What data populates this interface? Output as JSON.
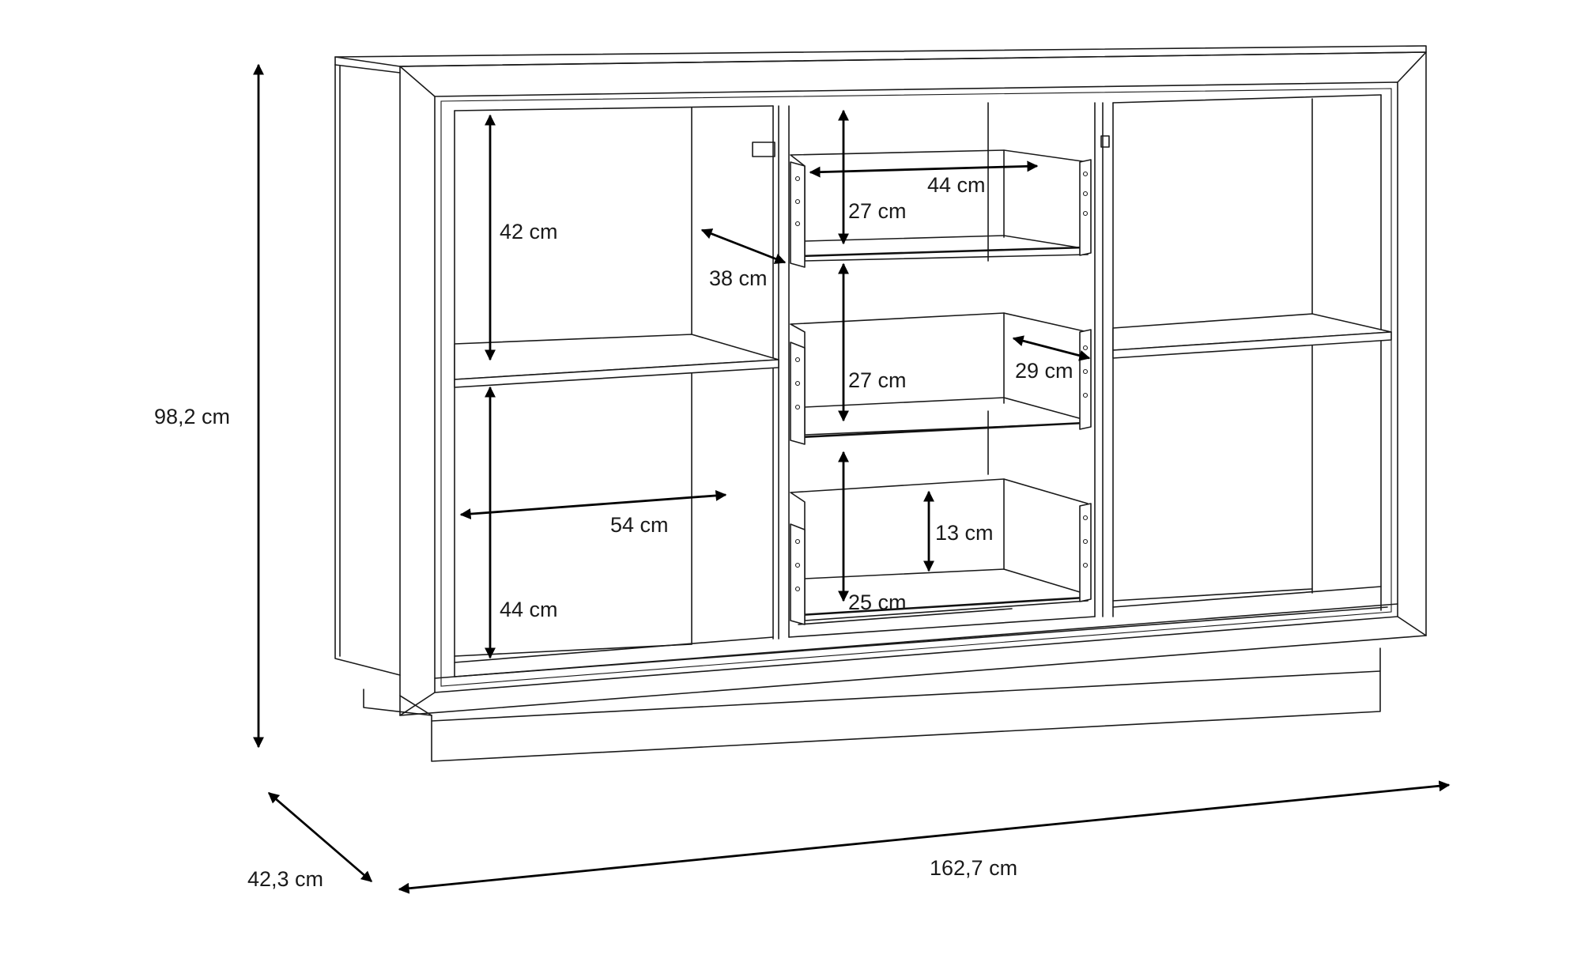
{
  "diagram": {
    "overall_dimensions": {
      "height": "98,2 cm",
      "depth": "42,3 cm",
      "width": "162,7 cm"
    },
    "left_compartment": {
      "upper_height": "42 cm",
      "lower_height": "44 cm",
      "inner_width": "54 cm",
      "inner_depth": "38 cm"
    },
    "drawers": {
      "inner_width": "44 cm",
      "drawer_1_height": "27 cm",
      "drawer_2_height": "27 cm",
      "drawer_2_depth": "29 cm",
      "drawer_3_inner_height": "13 cm",
      "drawer_3_depth": "25 cm"
    }
  }
}
